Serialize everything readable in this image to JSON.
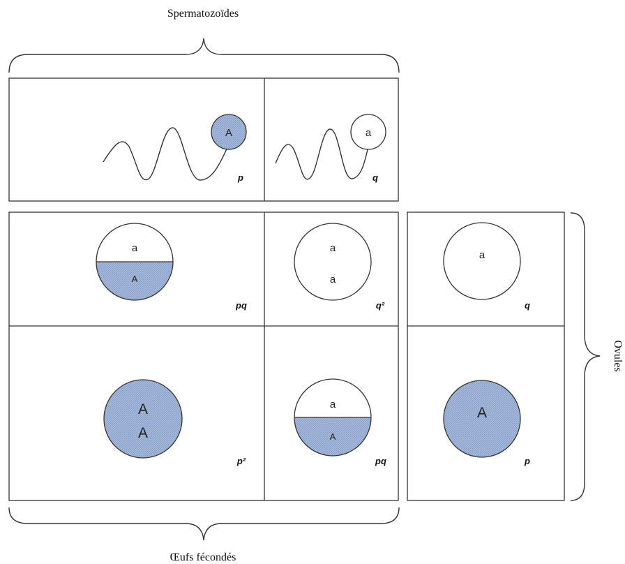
{
  "labels": {
    "top": "Spermatozoïdes",
    "bottom": "Œufs fécondés",
    "right": "Ovules"
  },
  "sperm": {
    "dominant": {
      "allele": "A",
      "frequency": "p"
    },
    "recessive": {
      "allele": "a",
      "frequency": "q"
    }
  },
  "zygotes": {
    "Aa_top": {
      "top": "a",
      "bottom": "A",
      "frequency": "pq"
    },
    "aa": {
      "top": "a",
      "bottom": "a",
      "frequency": "q²"
    },
    "AA": {
      "top": "A",
      "bottom": "A",
      "frequency": "p²"
    },
    "Aa_bottom": {
      "top": "a",
      "bottom": "A",
      "frequency": "pq"
    }
  },
  "ova": {
    "recessive": {
      "allele": "a",
      "frequency": "q"
    },
    "dominant": {
      "allele": "A",
      "frequency": "p"
    }
  },
  "colors": {
    "dominant_fill": "#a9bcdc",
    "hatch": "#7f97c4",
    "stroke": "#333333"
  }
}
